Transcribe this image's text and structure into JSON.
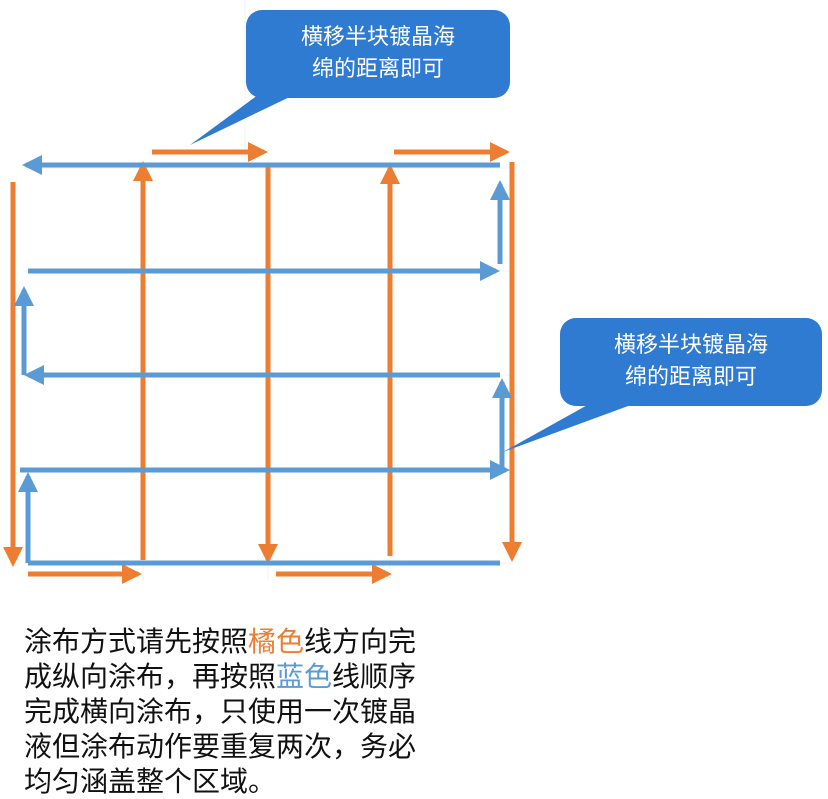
{
  "colors": {
    "orange": "#ed7d31",
    "blue": "#5b9bd5",
    "callout_fill": "#2e7bd1",
    "callout_text": "#ffffff",
    "grid_line": "#f0f0f0",
    "text": "#111111"
  },
  "callouts": [
    {
      "line1": "横移半块镀晶海",
      "line2": "绵的距离即可"
    },
    {
      "line1": "横移半块镀晶海",
      "line2": "绵的距离即可"
    }
  ],
  "instruction": {
    "part1": "涂布方式请先按照",
    "orange_word": "橘色",
    "part2": "线方向完成纵向涂布，再按照",
    "blue_word": "蓝色",
    "part3": "线顺序完成横向涂布，只使用一次镀晶液但涂布动作要重复两次，务必均匀涵盖整个区域。"
  }
}
